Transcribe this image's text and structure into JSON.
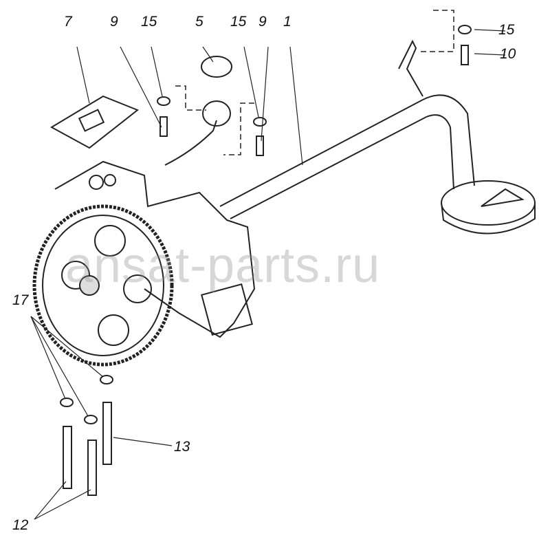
{
  "diagram": {
    "watermark": "ansat-parts.ru",
    "callouts": [
      "7",
      "9",
      "15",
      "5",
      "15",
      "9",
      "1",
      "15",
      "10",
      "17",
      "13",
      "12"
    ]
  }
}
